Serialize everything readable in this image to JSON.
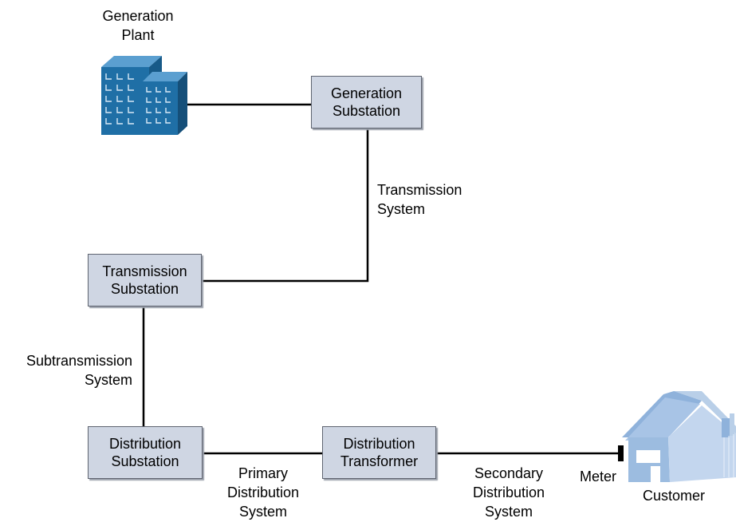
{
  "nodes": {
    "generation_plant": {
      "line1": "Generation",
      "line2": "Plant"
    },
    "generation_substation": {
      "line1": "Generation",
      "line2": "Substation"
    },
    "transmission_substation": {
      "line1": "Transmission",
      "line2": "Substation"
    },
    "distribution_substation": {
      "line1": "Distribution",
      "line2": "Substation"
    },
    "distribution_transformer": {
      "line1": "Distribution",
      "line2": "Transformer"
    },
    "meter": "Meter",
    "customer": "Customer"
  },
  "connections": {
    "transmission_system": {
      "line1": "Transmission",
      "line2": "System"
    },
    "subtransmission_system": {
      "line1": "Subtransmission",
      "line2": "System"
    },
    "primary_distribution_system": {
      "line1": "Primary",
      "line2": "Distribution",
      "line3": "System"
    },
    "secondary_distribution_system": {
      "line1": "Secondary",
      "line2": "Distribution",
      "line3": "System"
    }
  },
  "colors": {
    "box_fill": "#cfd6e3",
    "building_blue": "#1f6fa6",
    "house_blue": "#9cbce0"
  },
  "icons": {
    "plant": "office-building-icon",
    "customer": "house-icon"
  }
}
